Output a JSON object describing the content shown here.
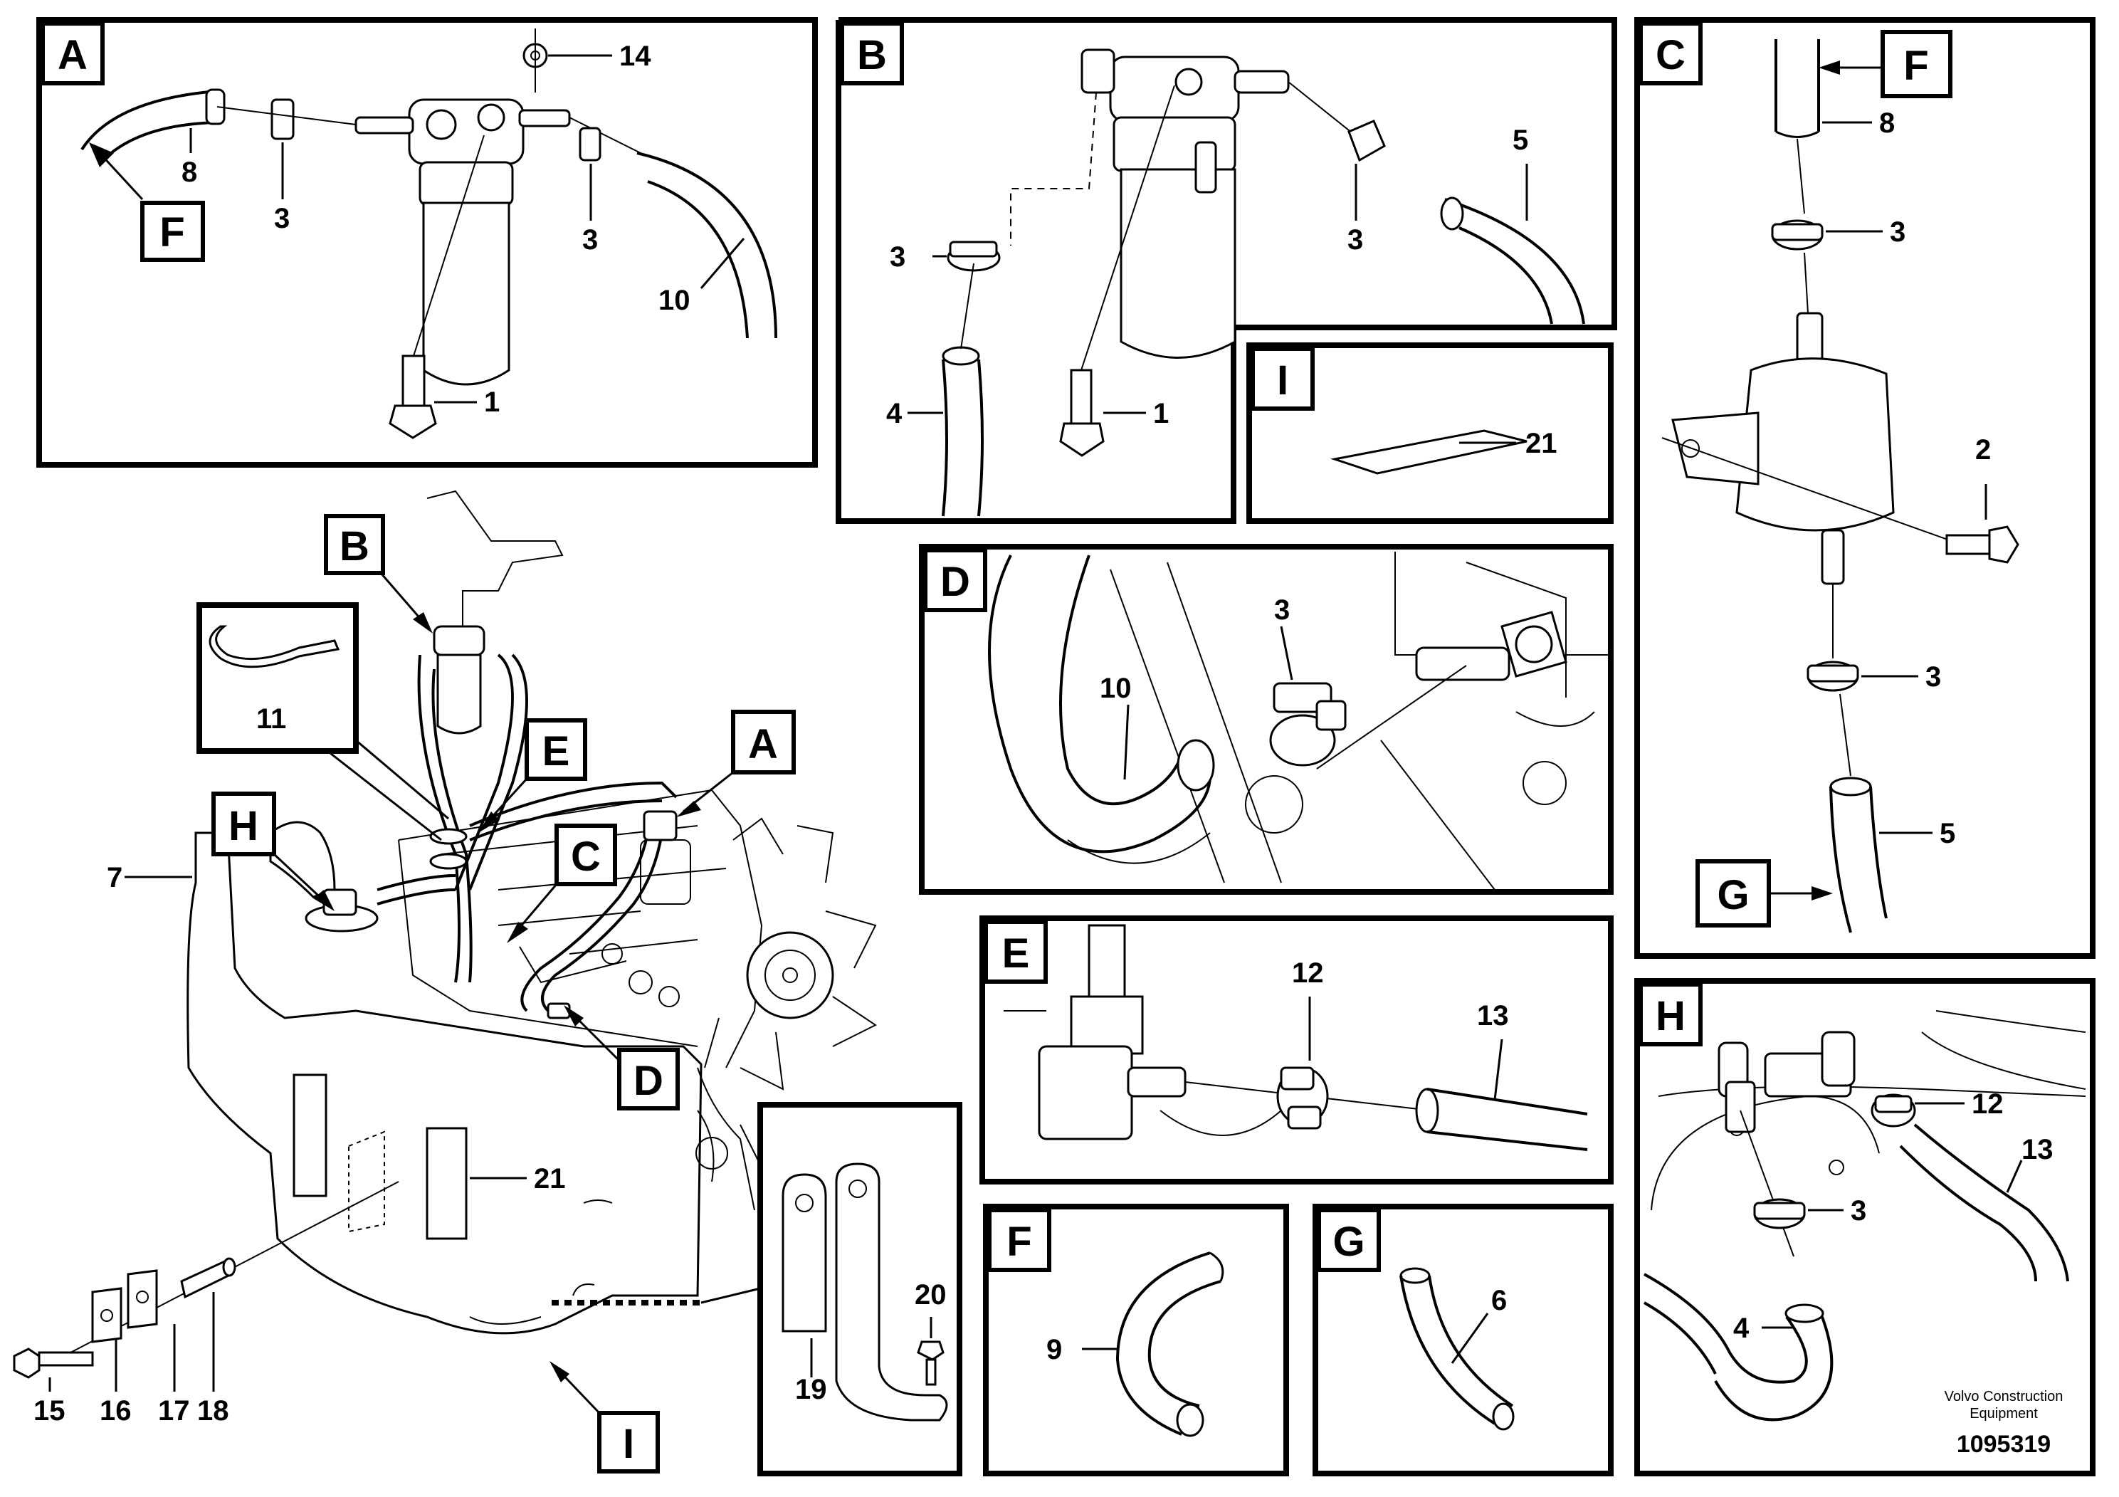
{
  "panels": {
    "a": {
      "letter": "A",
      "callouts": {
        "c14": "14",
        "c8": "8",
        "c3a": "3",
        "c3b": "3",
        "c10": "10",
        "c1": "1"
      },
      "ref_box": "F"
    },
    "b": {
      "letter": "B",
      "callouts": {
        "c3a": "3",
        "c3b": "3",
        "c5": "5",
        "c4": "4",
        "c1": "1"
      }
    },
    "c": {
      "letter": "C",
      "callouts": {
        "c8": "8",
        "c3a": "3",
        "c2": "2",
        "c3b": "3",
        "c5": "5"
      },
      "ref_top": "F",
      "ref_bottom": "G"
    },
    "i": {
      "letter": "I",
      "callouts": {
        "c21": "21"
      }
    },
    "d": {
      "letter": "D",
      "callouts": {
        "c3": "3",
        "c10": "10"
      }
    },
    "e": {
      "letter": "E",
      "callouts": {
        "c12": "12",
        "c13": "13"
      }
    },
    "f": {
      "letter": "F",
      "callouts": {
        "c9": "9"
      }
    },
    "g": {
      "letter": "G",
      "callouts": {
        "c6": "6"
      }
    },
    "h": {
      "letter": "H",
      "callouts": {
        "c12": "12",
        "c13": "13",
        "c3": "3",
        "c4": "4"
      }
    },
    "bracket": {
      "callouts": {
        "c20": "20",
        "c19": "19"
      }
    }
  },
  "overview": {
    "tags": {
      "b": "B",
      "h": "H",
      "e": "E",
      "a": "A",
      "c": "C",
      "d": "D",
      "i": "I"
    },
    "callouts": {
      "c11": "11",
      "c7": "7",
      "c21": "21",
      "c15": "15",
      "c16": "16",
      "c17": "17",
      "c18": "18"
    }
  },
  "footer": {
    "company_line1": "Volvo Construction",
    "company_line2": "Equipment",
    "drawing_number": "1095319"
  },
  "colors": {
    "ink": "#000000",
    "background": "#ffffff"
  }
}
